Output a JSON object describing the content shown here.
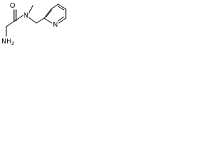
{
  "molecule": {
    "atoms": {
      "oxygen": "O",
      "amide_nitrogen": "N",
      "amine": {
        "symbol": "NH",
        "subscript": "2"
      },
      "pyridine_nitrogen": "N"
    },
    "colors": {
      "bond": "#000000",
      "text": "#000000",
      "background": "#ffffff"
    }
  }
}
